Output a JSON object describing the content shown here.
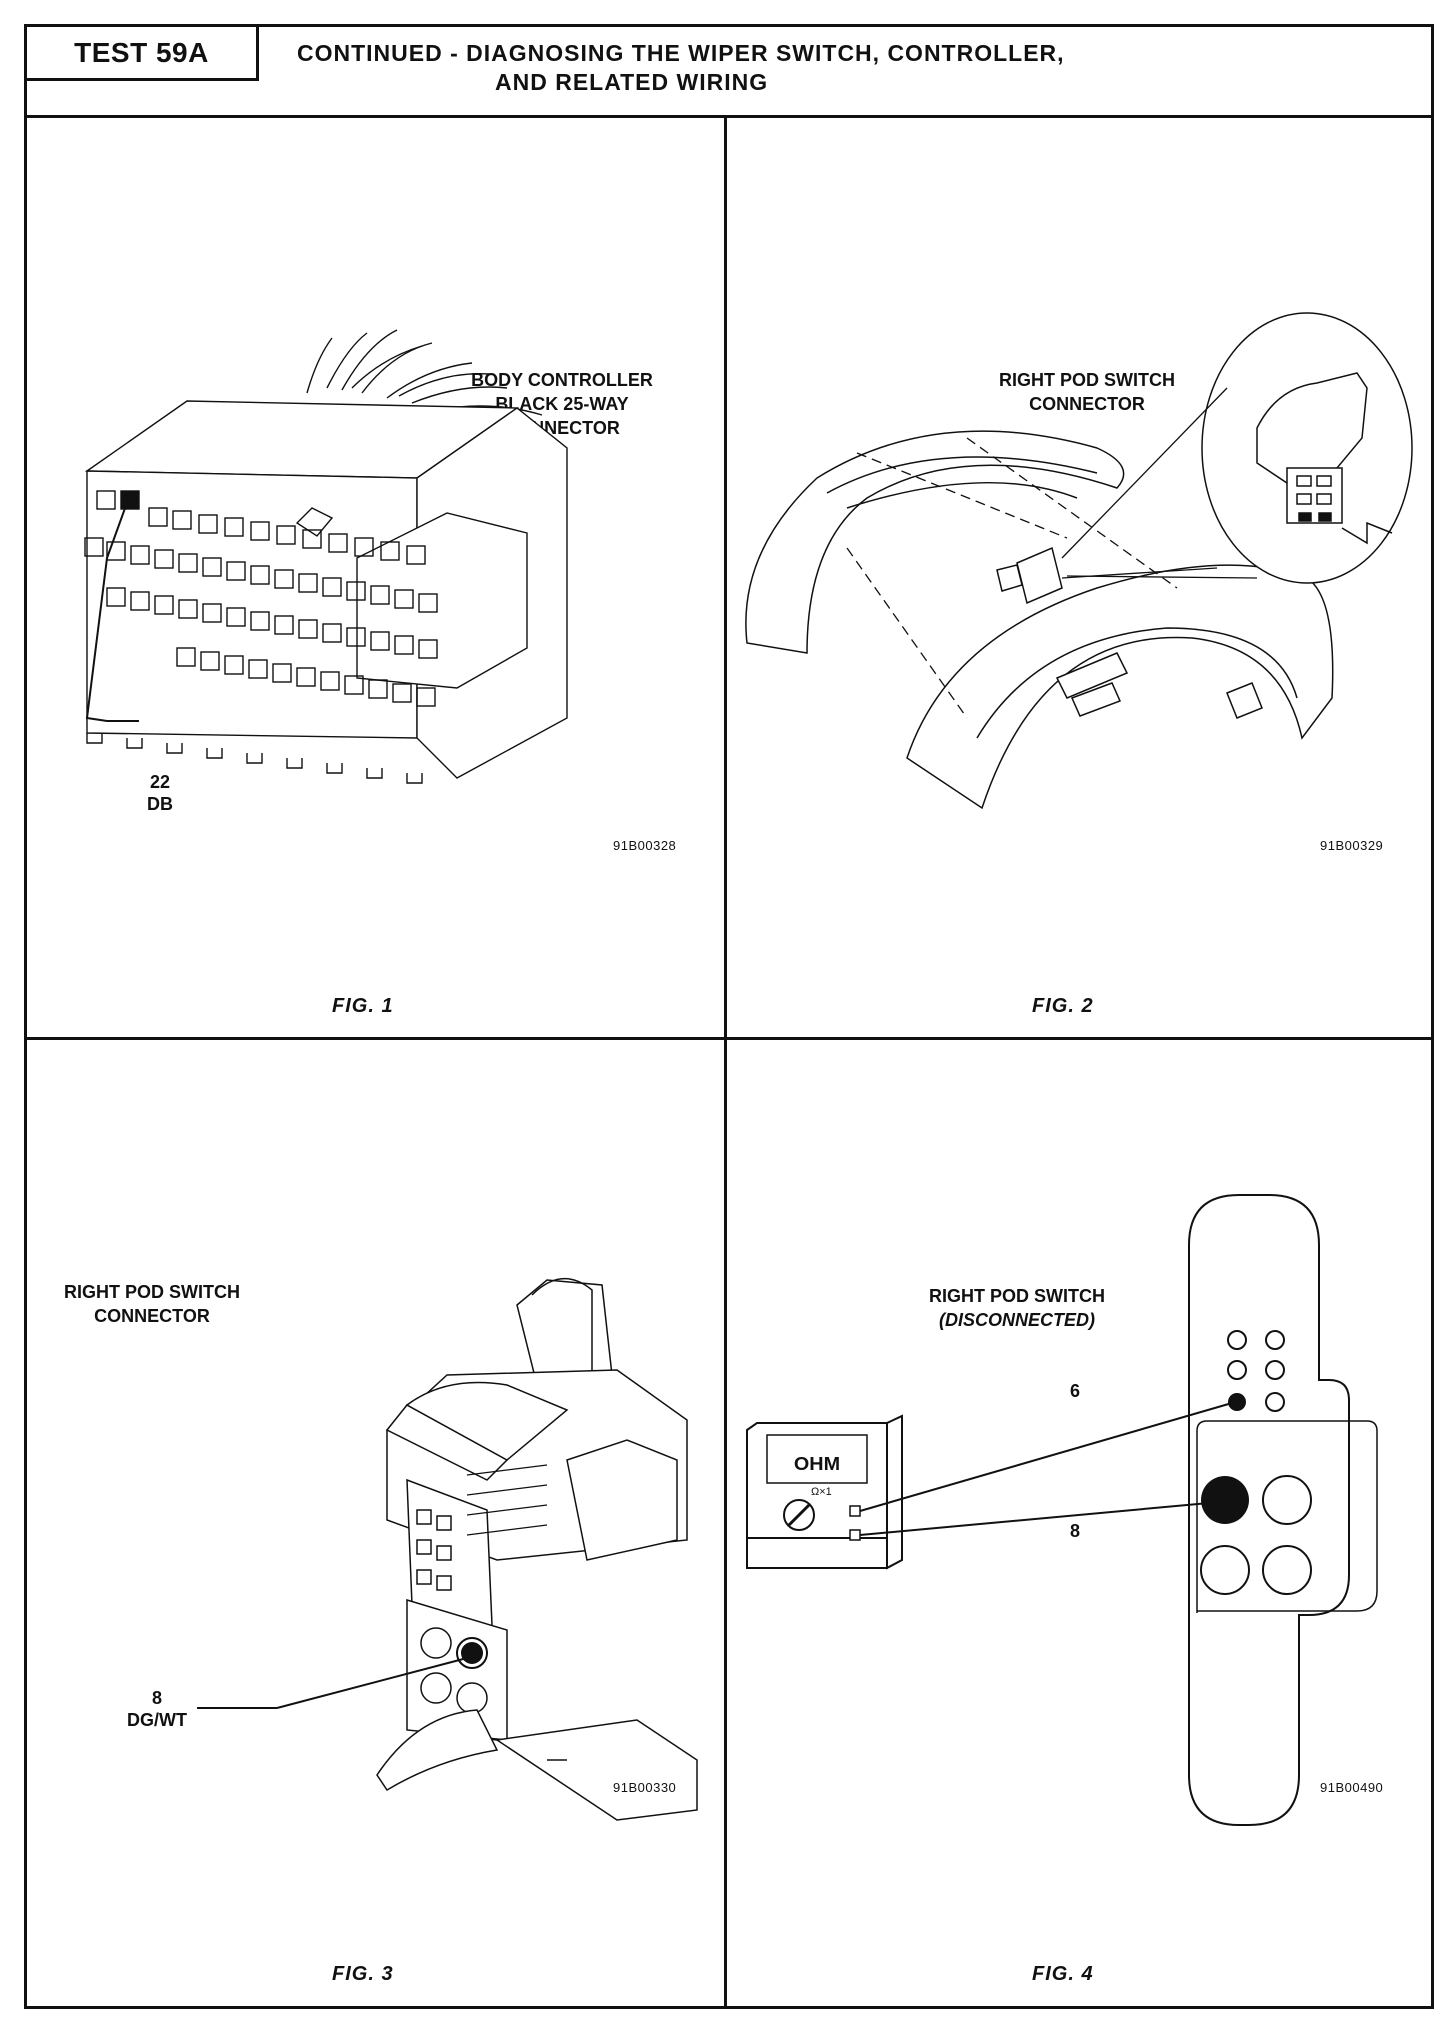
{
  "header": {
    "test_label": "TEST 59A",
    "title_line1": "CONTINUED - DIAGNOSING THE WIPER SWITCH, CONTROLLER,",
    "title_line2": "AND RELATED WIRING"
  },
  "fig1": {
    "label_lines": [
      "BODY CONTROLLER",
      "BLACK 25-WAY",
      "CONNECTOR"
    ],
    "pin_number": "22",
    "wire_color": "DB",
    "code": "91B00328",
    "caption": "FIG. 1"
  },
  "fig2": {
    "label_lines": [
      "RIGHT POD SWITCH",
      "CONNECTOR"
    ],
    "code": "91B00329",
    "caption": "FIG. 2"
  },
  "fig3": {
    "label_lines": [
      "RIGHT POD SWITCH",
      "CONNECTOR"
    ],
    "pin_number": "8",
    "wire_color": "DG/WT",
    "code": "91B00330",
    "caption": "FIG. 3"
  },
  "fig4": {
    "label_line1": "RIGHT POD SWITCH",
    "label_line2": "(DISCONNECTED)",
    "meter_display": "OHM",
    "meter_range": "Ω×1",
    "pin_a": "6",
    "pin_b": "8",
    "code": "91B00490",
    "caption": "FIG. 4"
  }
}
